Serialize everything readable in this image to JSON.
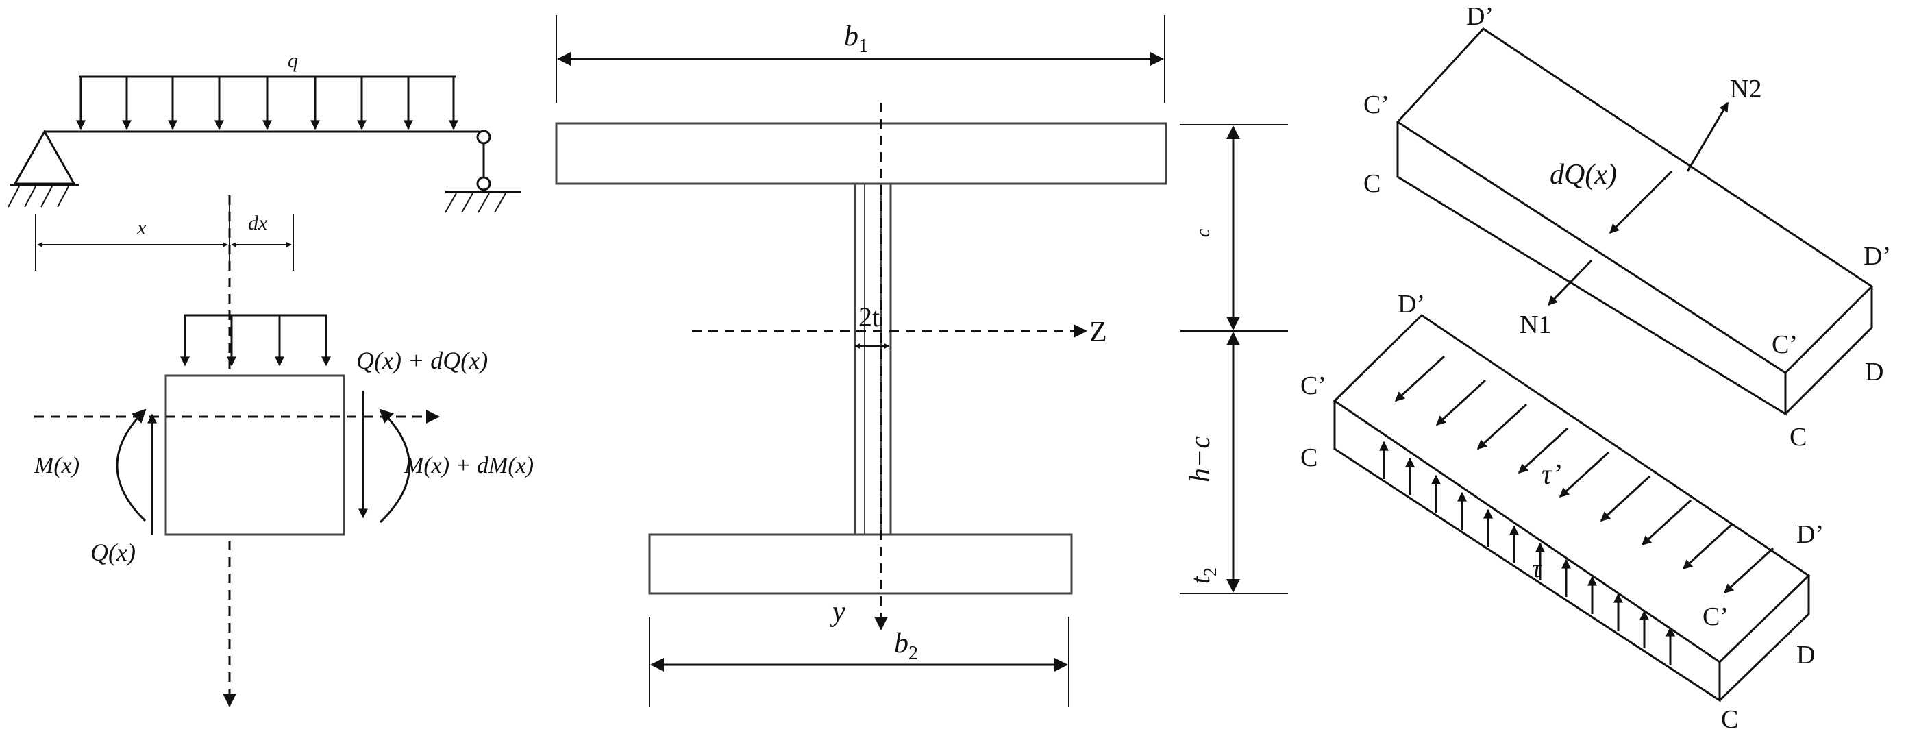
{
  "beam_diagram": {
    "load_label": "q",
    "dim_x": "x",
    "dim_dx": "dx",
    "shear_right": "Q(x) + dQ(x)",
    "moment_left": "M(x)",
    "moment_right": "M(x) + dM(x)",
    "shear_left": "Q(x)"
  },
  "section_diagram": {
    "top_width": "b",
    "top_width_sub": "1",
    "bottom_width": "b",
    "bottom_width_sub": "2",
    "web_thickness": "2t",
    "z_axis": "Z",
    "y_axis": "y",
    "dim_c": "c",
    "dim_hc": "h−c",
    "dim_t": "t",
    "dim_t_sub": "2"
  },
  "block_diagram": {
    "top_block": {
      "corner_d_top": "D’",
      "corner_c_top_left": "C’",
      "corner_c_left": "C",
      "corner_d_right": "D’",
      "corner_c_inner": "C’",
      "corner_d_bottom": "D",
      "corner_c_bottom": "C",
      "force_label": "dQ(x)",
      "normal_n2": "N2",
      "normal_n1": "N1"
    },
    "bottom_block": {
      "corner_d_top": "D’",
      "corner_c_top_left": "C’",
      "corner_c_left": "C",
      "corner_d_right": "D’",
      "corner_c_inner": "C’",
      "corner_d_bottom": "D",
      "corner_c_bottom": "C",
      "tau_prime": "τ’",
      "tau": "τ"
    }
  }
}
